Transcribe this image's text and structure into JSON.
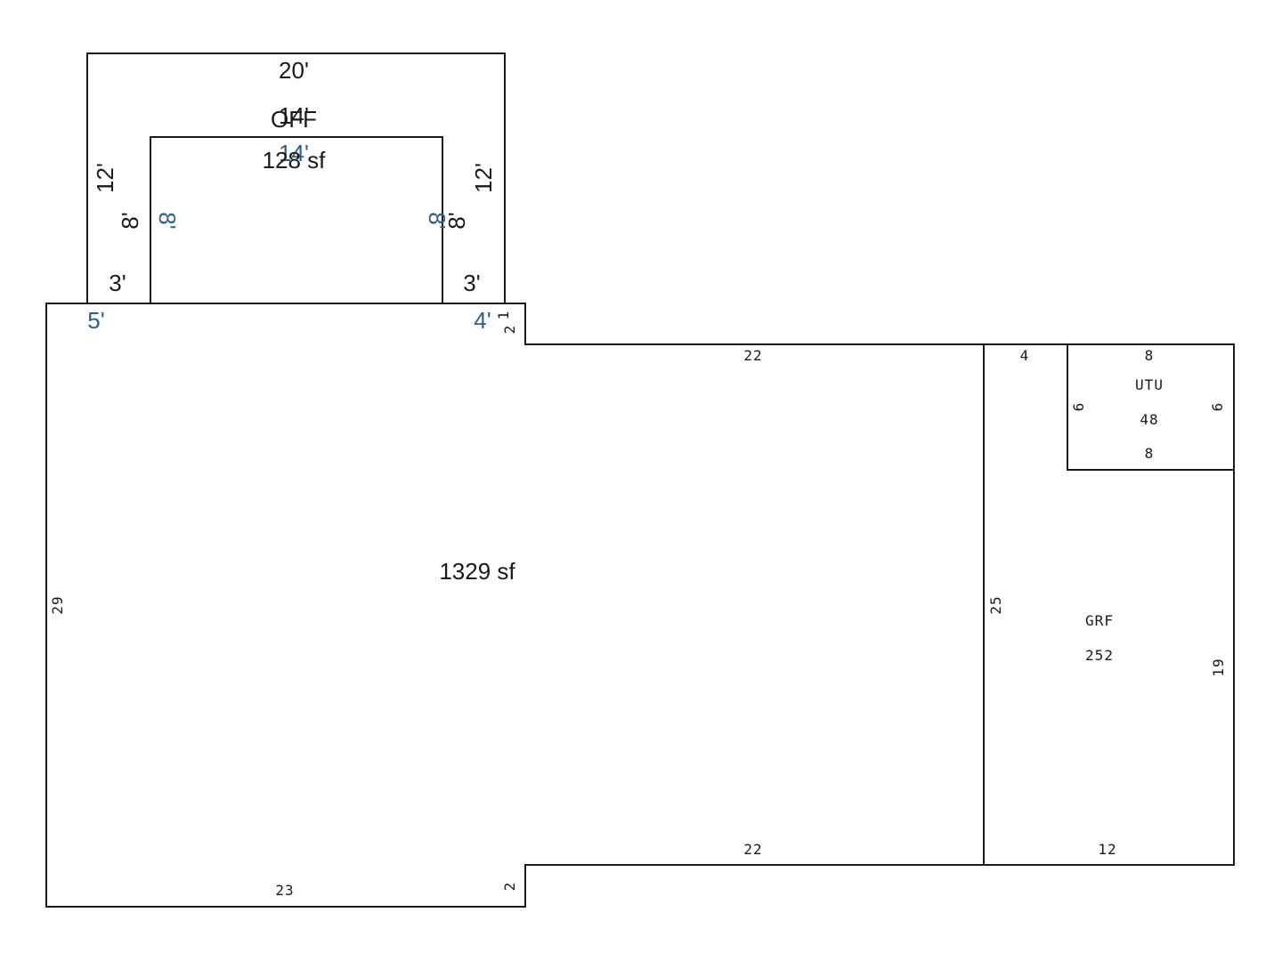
{
  "offf_top_width": "20'",
  "offf_inner_top": "14'",
  "offf_label": "OFF",
  "offf_inner_top_blue": "14'",
  "offf_area": "128 sf",
  "offf_left_outer": "12'",
  "offf_right_outer": "12'",
  "offf_left_inner_black": "8'",
  "offf_left_inner_blue": "8'",
  "offf_right_inner_blue": "8'",
  "offf_right_inner_black": "8'",
  "offf_left_leg": "3'",
  "offf_right_leg": "3'",
  "main_top_left_blue": "5'",
  "main_top_right_blue": "4'",
  "main_small_1": "1",
  "main_small_2": "2",
  "main_area": "1329 sf",
  "main_top_right": "22",
  "main_bottom_right": "22",
  "main_left": "29",
  "main_bottom_left": "23",
  "main_bottom_step": "2",
  "grf_top": "4",
  "grf_left": "25",
  "grf_right": "19",
  "grf_bottom": "12",
  "grf_label": "GRF",
  "grf_area": "252",
  "utu_top": "8",
  "utu_label": "UTU",
  "utu_left": "6",
  "utu_right": "6",
  "utu_area": "48",
  "utu_bottom": "8"
}
